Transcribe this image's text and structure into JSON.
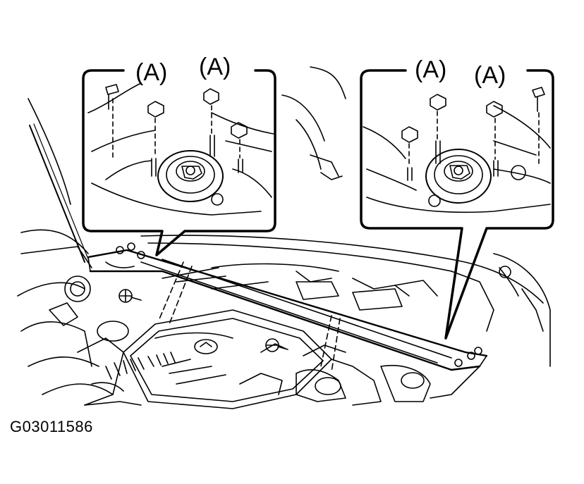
{
  "diagram": {
    "callouts": [
      {
        "label": "(A)"
      },
      {
        "label": "(A)"
      },
      {
        "label": "(A)"
      },
      {
        "label": "(A)"
      }
    ],
    "figure_code": "G03011586"
  }
}
